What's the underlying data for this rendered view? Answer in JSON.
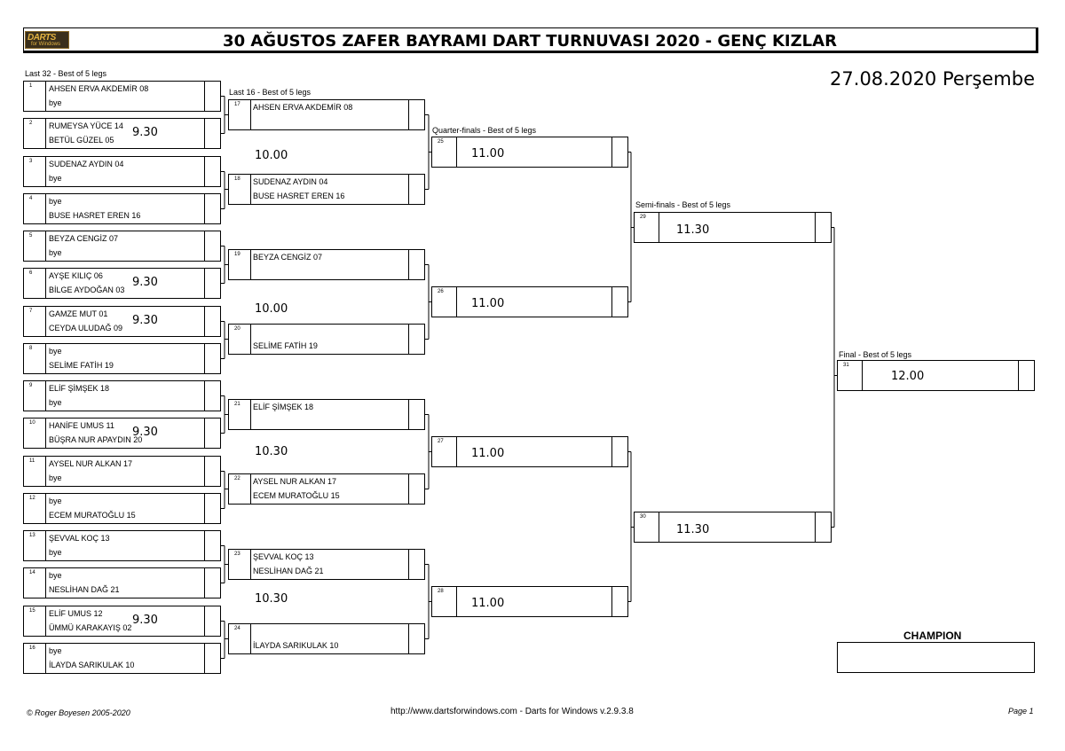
{
  "header": {
    "title": "30 AĞUSTOS ZAFER BAYRAMI DART TURNUVASI 2020 - GENÇ KIZLAR",
    "logo_text": "DARTS",
    "logo_sub": "for Windows",
    "date": "27.08.2020 Perşembe"
  },
  "rounds": {
    "r1": "Last 32 - Best of 5 legs",
    "r2": "Last 16 - Best of 5 legs",
    "r3": "Quarter-finals - Best of 5 legs",
    "r4": "Semi-finals - Best of 5 legs",
    "r5": "Final - Best of 5 legs"
  },
  "last32": [
    {
      "num": "1",
      "p1": "AHSEN ERVA AKDEMİR 08",
      "p2": "bye",
      "time": ""
    },
    {
      "num": "2",
      "p1": "RUMEYSA YÜCE 14",
      "p2": "BETÜL GÜZEL 05",
      "time": "9.30"
    },
    {
      "num": "3",
      "p1": "SUDENAZ AYDIN 04",
      "p2": "bye",
      "time": ""
    },
    {
      "num": "4",
      "p1": "bye",
      "p2": "BUSE HASRET EREN 16",
      "time": ""
    },
    {
      "num": "5",
      "p1": "BEYZA CENGİZ 07",
      "p2": "bye",
      "time": ""
    },
    {
      "num": "6",
      "p1": "AYŞE KILIÇ 06",
      "p2": "BİLGE AYDOĞAN 03",
      "time": "9.30"
    },
    {
      "num": "7",
      "p1": "GAMZE MUT 01",
      "p2": "CEYDA ULUDAĞ 09",
      "time": "9.30"
    },
    {
      "num": "8",
      "p1": "bye",
      "p2": "SELİME FATİH 19",
      "time": ""
    },
    {
      "num": "9",
      "p1": "ELİF ŞİMŞEK 18",
      "p2": "bye",
      "time": ""
    },
    {
      "num": "10",
      "p1": "HANİFE UMUS 11",
      "p2": "BÜŞRA NUR APAYDIN 20",
      "time": "9.30"
    },
    {
      "num": "11",
      "p1": "AYSEL NUR ALKAN 17",
      "p2": "bye",
      "time": ""
    },
    {
      "num": "12",
      "p1": "bye",
      "p2": "ECEM MURATOĞLU 15",
      "time": ""
    },
    {
      "num": "13",
      "p1": "ŞEVVAL KOÇ 13",
      "p2": "bye",
      "time": ""
    },
    {
      "num": "14",
      "p1": "bye",
      "p2": "NESLİHAN DAĞ 21",
      "time": ""
    },
    {
      "num": "15",
      "p1": "ELİF UMUS 12",
      "p2": "ÜMMÜ KARAKAYIŞ 02",
      "time": "9.30"
    },
    {
      "num": "16",
      "p1": "bye",
      "p2": "İLAYDA SARIKULAK 10",
      "time": ""
    }
  ],
  "last16": [
    {
      "num": "17",
      "p1": "AHSEN ERVA AKDEMİR 08",
      "p2": ""
    },
    {
      "num": "18",
      "p1": "SUDENAZ AYDIN 04",
      "p2": "BUSE HASRET EREN 16"
    },
    {
      "num": "19",
      "p1": "BEYZA CENGİZ 07",
      "p2": ""
    },
    {
      "num": "20",
      "p1": "",
      "p2": "SELİME FATİH 19"
    },
    {
      "num": "21",
      "p1": "ELİF ŞİMŞEK 18",
      "p2": ""
    },
    {
      "num": "22",
      "p1": "AYSEL NUR ALKAN 17",
      "p2": "ECEM MURATOĞLU 15"
    },
    {
      "num": "23",
      "p1": "ŞEVVAL KOÇ 13",
      "p2": "NESLİHAN DAĞ 21"
    },
    {
      "num": "24",
      "p1": "",
      "p2": "İLAYDA SARIKULAK 10"
    }
  ],
  "last16_times": [
    "10.00",
    "10.00",
    "10.30",
    "10.30"
  ],
  "quarterfinals": [
    {
      "num": "25",
      "time": "11.00"
    },
    {
      "num": "26",
      "time": "11.00"
    },
    {
      "num": "27",
      "time": "11.00"
    },
    {
      "num": "28",
      "time": "11.00"
    }
  ],
  "semifinals": [
    {
      "num": "29",
      "time": "11.30"
    },
    {
      "num": "30",
      "time": "11.30"
    }
  ],
  "final": {
    "num": "31",
    "time": "12.00"
  },
  "champion_label": "CHAMPION",
  "footer": {
    "left": "© Roger Boyesen 2005-2020",
    "middle": "http://www.dartsforwindows.com - Darts for Windows v.2.9.3.8",
    "right": "Page 1"
  }
}
